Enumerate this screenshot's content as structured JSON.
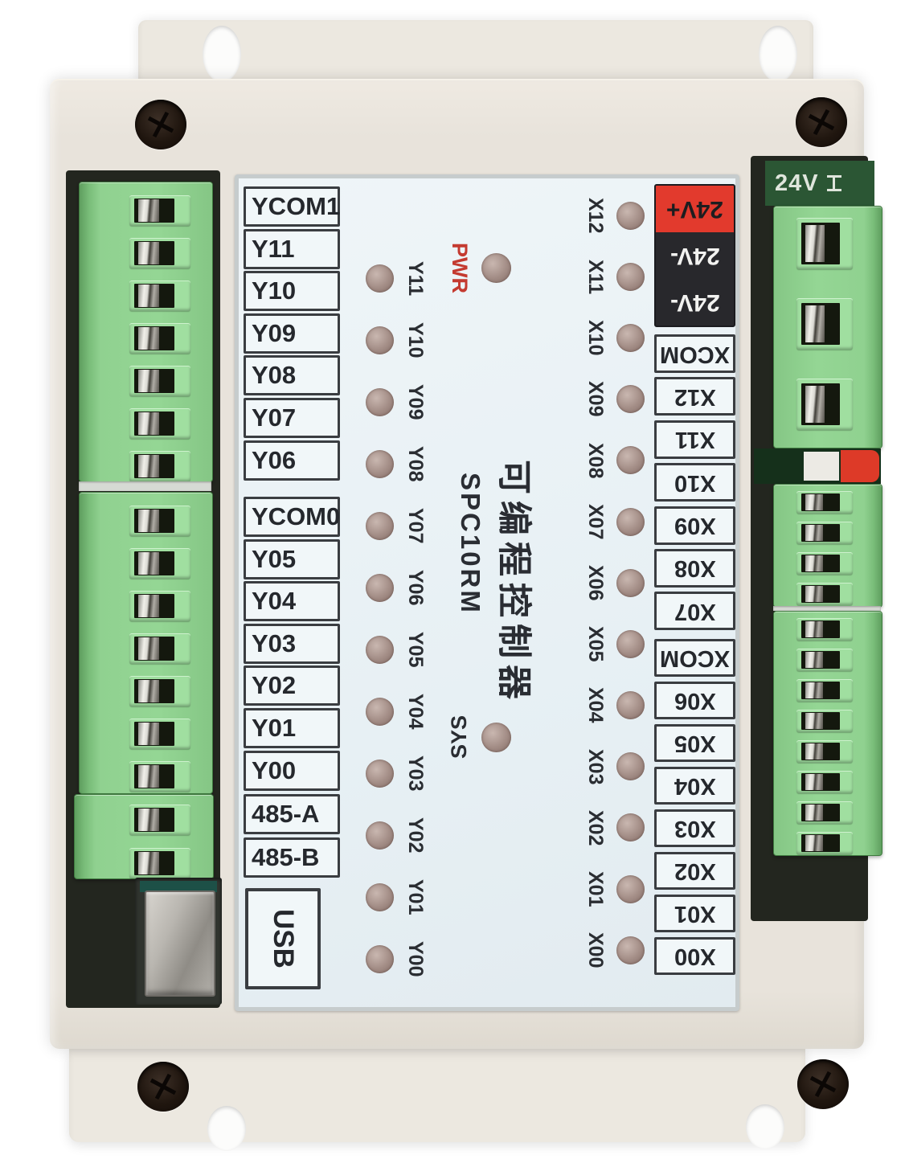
{
  "device": {
    "model": "SPC10RM",
    "product_name_cn": "可编程控制器",
    "pcb_marking": "24V",
    "leds": {
      "pwr_label": "PWR",
      "sys_label": "SYS",
      "y_labels": [
        "Y11",
        "Y10",
        "Y09",
        "Y08",
        "Y07",
        "Y06",
        "Y05",
        "Y04",
        "Y03",
        "Y02",
        "Y01",
        "Y00"
      ],
      "x_labels": [
        "X12",
        "X11",
        "X10",
        "X09",
        "X08",
        "X07",
        "X06",
        "X05",
        "X04",
        "X03",
        "X02",
        "X01",
        "X00"
      ]
    },
    "left_labels": {
      "group1": [
        "YCOM1",
        "Y11",
        "Y10",
        "Y09",
        "Y08",
        "Y07",
        "Y06"
      ],
      "group2": [
        "YCOM0",
        "Y05",
        "Y04",
        "Y03",
        "Y02",
        "Y01",
        "Y00"
      ],
      "group3": [
        "485-A",
        "485-B"
      ],
      "usb": "USB"
    },
    "right_labels": {
      "power": [
        "24V+",
        "24V-",
        "24V-"
      ],
      "group1": [
        "XCOM",
        "X12",
        "X11",
        "X10",
        "X09",
        "X08",
        "X07"
      ],
      "group2": [
        "XCOM",
        "X06",
        "X05",
        "X04",
        "X03",
        "X02",
        "X01",
        "X00"
      ]
    },
    "colors": {
      "power_plus_bg": "#e23a2d",
      "power_minus_bg": "#28282c",
      "pwr_label_color": "#c43a30",
      "terminal_green": "#90d190",
      "panel_bg": "#e9f1f5",
      "enclosure_beige": "#e8e3db"
    }
  }
}
